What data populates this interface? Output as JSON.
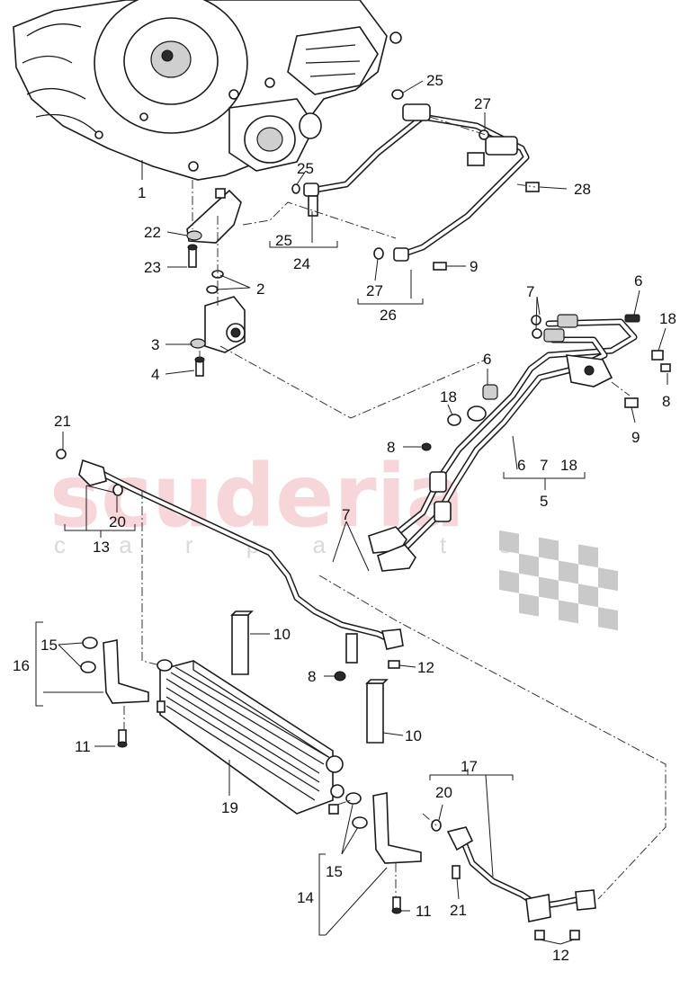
{
  "watermark": {
    "main": "scuderia",
    "sub": "c a r p a r t s"
  },
  "labels": {
    "l1": "1",
    "l2": "2",
    "l3": "3",
    "l4": "4",
    "l5": "5",
    "l5_sub6": "6",
    "l5_sub7": "7",
    "l5_sub18": "18",
    "l6a": "6",
    "l6b": "6",
    "l7a": "7",
    "l7b": "7",
    "l8a": "8",
    "l8b": "8",
    "l8c": "8",
    "l9a": "9",
    "l9b": "9",
    "l10a": "10",
    "l10b": "10",
    "l11a": "11",
    "l11b": "11",
    "l12a": "12",
    "l12b": "12",
    "l13": "13",
    "l14": "14",
    "l15a": "15",
    "l15b": "15",
    "l16": "16",
    "l17": "17",
    "l18a": "18",
    "l18b": "18",
    "l19": "19",
    "l20a": "20",
    "l20b": "20",
    "l21a": "21",
    "l21b": "21",
    "l22": "22",
    "l23": "23",
    "l24": "24",
    "l25a": "25",
    "l25b": "25",
    "l25c": "25",
    "l26": "26",
    "l27a": "27",
    "l27b": "27",
    "l28": "28"
  },
  "colors": {
    "watermark_red": "#f3c9cd",
    "watermark_grey": "#d9d9d9",
    "ink": "#1a1a1a"
  }
}
